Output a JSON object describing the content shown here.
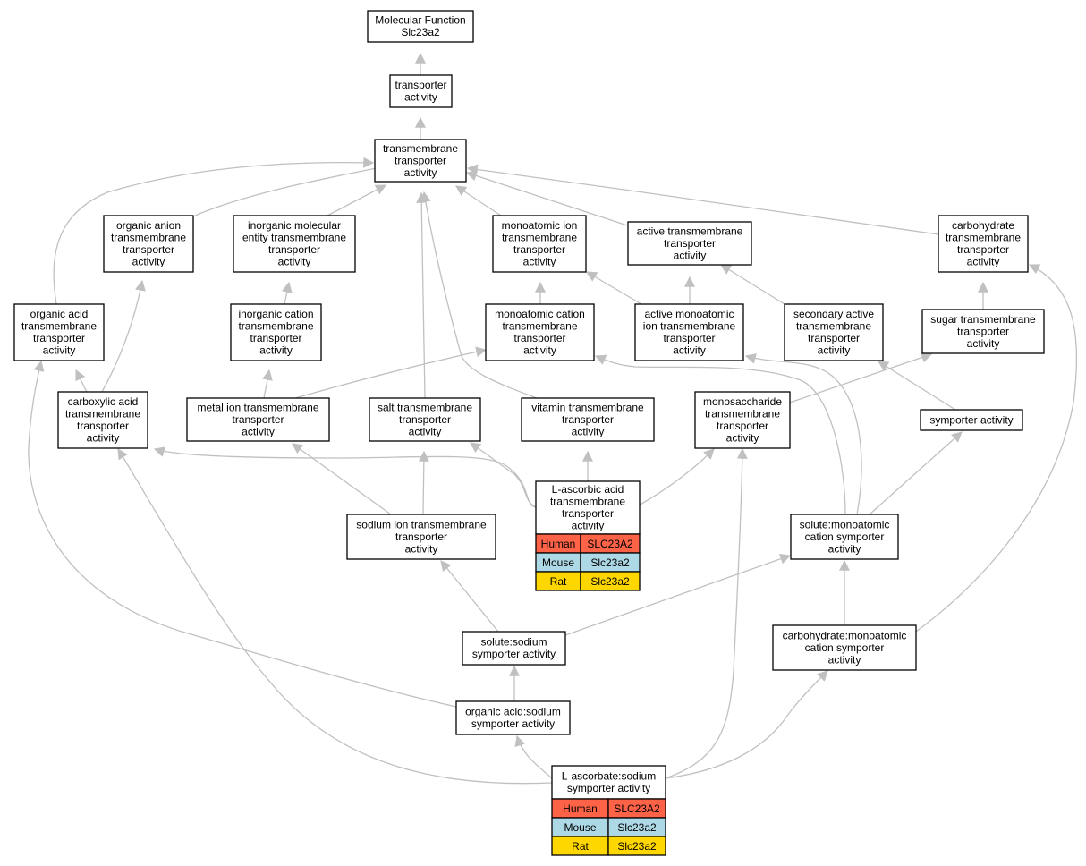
{
  "colors": {
    "edge": "#c0c0c0",
    "human": "#ff6347",
    "mouse": "#add8e6",
    "rat": "#ffd700"
  },
  "nodes": {
    "root": [
      "Molecular Function",
      "Slc23a2"
    ],
    "transporter": [
      "transporter",
      "activity"
    ],
    "transmembrane": [
      "transmembrane",
      "transporter",
      "activity"
    ],
    "organic_anion": [
      "organic anion",
      "transmembrane",
      "transporter",
      "activity"
    ],
    "inorganic_molecular": [
      "inorganic molecular",
      "entity transmembrane",
      "transporter",
      "activity"
    ],
    "monoatomic_ion": [
      "monoatomic ion",
      "transmembrane",
      "transporter",
      "activity"
    ],
    "active_transmembrane": [
      "active transmembrane",
      "transporter",
      "activity"
    ],
    "carbohydrate_tm": [
      "carbohydrate",
      "transmembrane",
      "transporter",
      "activity"
    ],
    "organic_acid": [
      "organic acid",
      "transmembrane",
      "transporter",
      "activity"
    ],
    "inorganic_cation": [
      "inorganic cation",
      "transmembrane",
      "transporter",
      "activity"
    ],
    "monoatomic_cation": [
      "monoatomic cation",
      "transmembrane",
      "transporter",
      "activity"
    ],
    "active_monoatomic": [
      "active monoatomic",
      "ion transmembrane",
      "transporter",
      "activity"
    ],
    "secondary_active": [
      "secondary active",
      "transmembrane",
      "transporter",
      "activity"
    ],
    "sugar_tm": [
      "sugar transmembrane",
      "transporter",
      "activity"
    ],
    "carboxylic_acid": [
      "carboxylic acid",
      "transmembrane",
      "transporter",
      "activity"
    ],
    "metal_ion": [
      "metal ion transmembrane",
      "transporter",
      "activity"
    ],
    "salt_tm": [
      "salt transmembrane",
      "transporter",
      "activity"
    ],
    "vitamin_tm": [
      "vitamin transmembrane",
      "transporter",
      "activity"
    ],
    "monosaccharide": [
      "monosaccharide",
      "transmembrane",
      "transporter",
      "activity"
    ],
    "symporter": [
      "symporter activity"
    ],
    "ascorbic": [
      "L-ascorbic acid",
      "transmembrane",
      "transporter",
      "activity"
    ],
    "sodium_ion": [
      "sodium ion transmembrane",
      "transporter",
      "activity"
    ],
    "solute_monoatomic": [
      "solute:monoatomic",
      "cation symporter",
      "activity"
    ],
    "solute_sodium": [
      "solute:sodium",
      "symporter activity"
    ],
    "carbohydrate_monoatomic": [
      "carbohydrate:monoatomic",
      "cation symporter",
      "activity"
    ],
    "organic_acid_sodium": [
      "organic acid:sodium",
      "symporter activity"
    ],
    "ascorbate_sodium": [
      "L-ascorbate:sodium",
      "symporter activity"
    ]
  },
  "tables": {
    "ascorbic": [
      [
        "Human",
        "SLC23A2"
      ],
      [
        "Mouse",
        "Slc23a2"
      ],
      [
        "Rat",
        "Slc23a2"
      ]
    ],
    "ascorbate_sodium": [
      [
        "Human",
        "SLC23A2"
      ],
      [
        "Mouse",
        "Slc23a2"
      ],
      [
        "Rat",
        "Slc23a2"
      ]
    ]
  }
}
